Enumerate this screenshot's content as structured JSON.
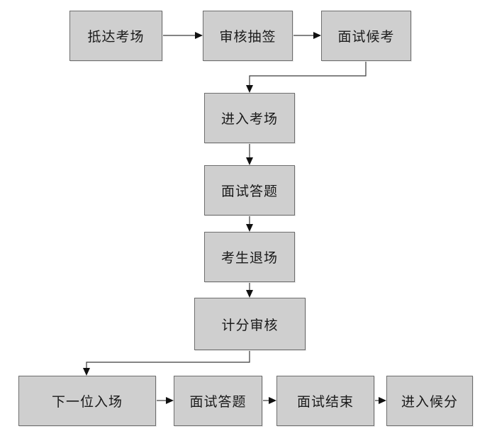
{
  "flowchart": {
    "steps": {
      "arrive": "抵达考场",
      "review_draw": "审核抽签",
      "wait": "面试候考",
      "enter": "进入考场",
      "answer": "面试答题",
      "exit": "考生退场",
      "score_review": "计分审核",
      "next_enter": "下一位入场",
      "answer_2": "面试答题",
      "end": "面试结束",
      "enter_wait_score": "进入候分"
    },
    "sequence": [
      "arrive",
      "review_draw",
      "wait",
      "enter",
      "answer",
      "exit",
      "score_review",
      "next_enter",
      "answer_2",
      "end",
      "enter_wait_score"
    ],
    "colors": {
      "box_fill": "#cfcfcf",
      "box_border": "#6e6e6e",
      "line": "#3a3a3a",
      "arrowhead": "#111111",
      "text": "#1a1a1a"
    }
  }
}
